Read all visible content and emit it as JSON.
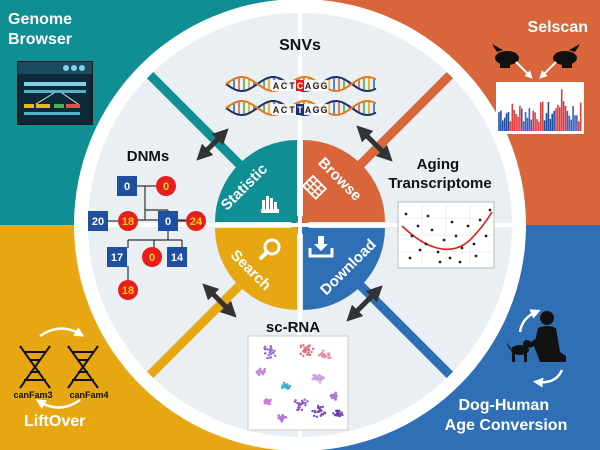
{
  "corners": {
    "genome_browser": [
      "Genome",
      "Browser"
    ],
    "selscan": "Selscan",
    "liftover": "LiftOver",
    "canfam3": "canFam3",
    "canfam4": "canFam4",
    "age_conversion": [
      "Dog-Human",
      "Age Conversion"
    ]
  },
  "center": {
    "statistic": "Statistic",
    "browse": "Browse",
    "search": "Search",
    "download": "Download"
  },
  "sections": {
    "snvs": "SNVs",
    "snv_seq_top": [
      "A",
      "C",
      "T",
      "C",
      "A",
      "G",
      "G"
    ],
    "snv_seq_bottom": [
      "A",
      "C",
      "T",
      "T",
      "A",
      "G",
      "G"
    ],
    "dnms": "DNMs",
    "aging": [
      "Aging",
      "Transcriptome"
    ],
    "scrna": "sc-RNA"
  },
  "pedigree": {
    "gen1": [
      "0",
      "0"
    ],
    "gen2": [
      "20",
      "18",
      "0",
      "24"
    ],
    "gen3": [
      "17",
      "0",
      "14"
    ],
    "gen4": [
      "18"
    ]
  },
  "colors": {
    "teal": "#0f8f94",
    "orange": "#d9653a",
    "gold": "#e7a712",
    "blue": "#2f6fb6",
    "ring": "#e8eef2",
    "male": "#1f4fa0",
    "female": "#e61e1e"
  }
}
